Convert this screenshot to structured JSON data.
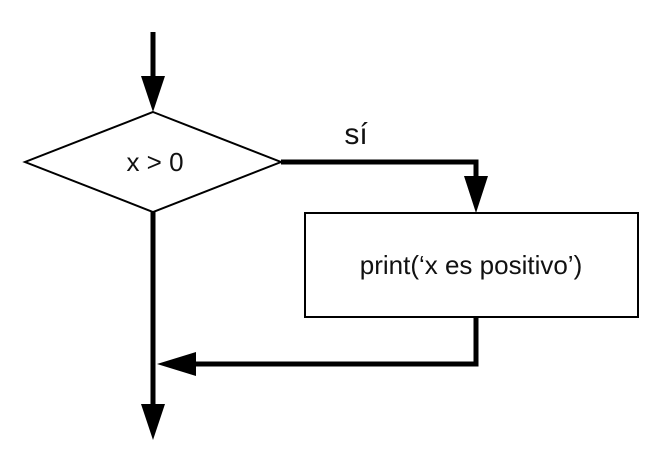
{
  "diagram": {
    "type": "flowchart",
    "decision": {
      "label": "x > 0",
      "shape": "diamond"
    },
    "process": {
      "label": "print(‘x es positivo’)",
      "shape": "rectangle"
    },
    "edges": [
      {
        "from": "entry",
        "to": "decision",
        "label": ""
      },
      {
        "from": "decision",
        "to": "process",
        "label": "sí"
      },
      {
        "from": "process",
        "to": "merge",
        "label": ""
      },
      {
        "from": "decision",
        "to": "exit",
        "label": ""
      }
    ],
    "edge_labels": {
      "yes": "sí"
    },
    "colors": {
      "stroke": "#000000",
      "fill": "#ffffff",
      "text": "#111111"
    }
  }
}
